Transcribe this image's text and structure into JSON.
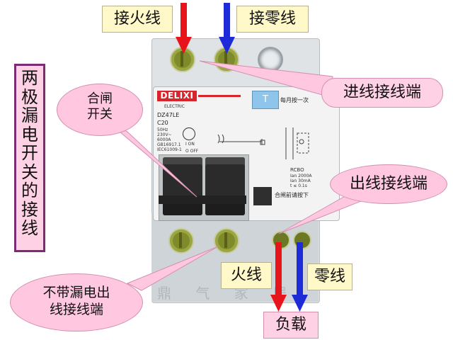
{
  "labels": {
    "live_in": "接火线",
    "neutral_in": "接零线",
    "incoming_terminal": "进线接线端",
    "switch_line1": "合闸",
    "switch_line2": "开关",
    "vertical_title": [
      "两",
      "极",
      "漏",
      "电",
      "开",
      "关",
      "的",
      "接",
      "线"
    ],
    "outgoing_terminal": "出线接线端",
    "live_out": "火线",
    "neutral_out": "零线",
    "load": "负载",
    "plain_out_line1": "不带漏电出",
    "plain_out_line2": "线接线端"
  },
  "device": {
    "brand": "DELIXI",
    "brand_sub": "ELECTRIC",
    "model": "DZ47LE",
    "rating": "C20",
    "specs": [
      "50Hz",
      "230V~",
      "6000A",
      "GB16917.1",
      "IEC61009-1"
    ],
    "on_label": "I ON",
    "off_label": "O OFF",
    "rcbo_label": "RCBO",
    "rcbo_specs": [
      "Ian 2000A",
      "Ian 30mA",
      "t ≤ 0.1s"
    ],
    "test_button": "T",
    "test_tip": "每月按一次",
    "reset_tip": "合闸前请按下"
  },
  "watermark": "鼎 气 家 居",
  "colors": {
    "live_arrow": "#e8141b",
    "neutral_arrow": "#1f2bd6",
    "label_yellow": "#fff8c8",
    "bubble_pink": "#ffc7e0",
    "title_border": "#7e2b76"
  }
}
